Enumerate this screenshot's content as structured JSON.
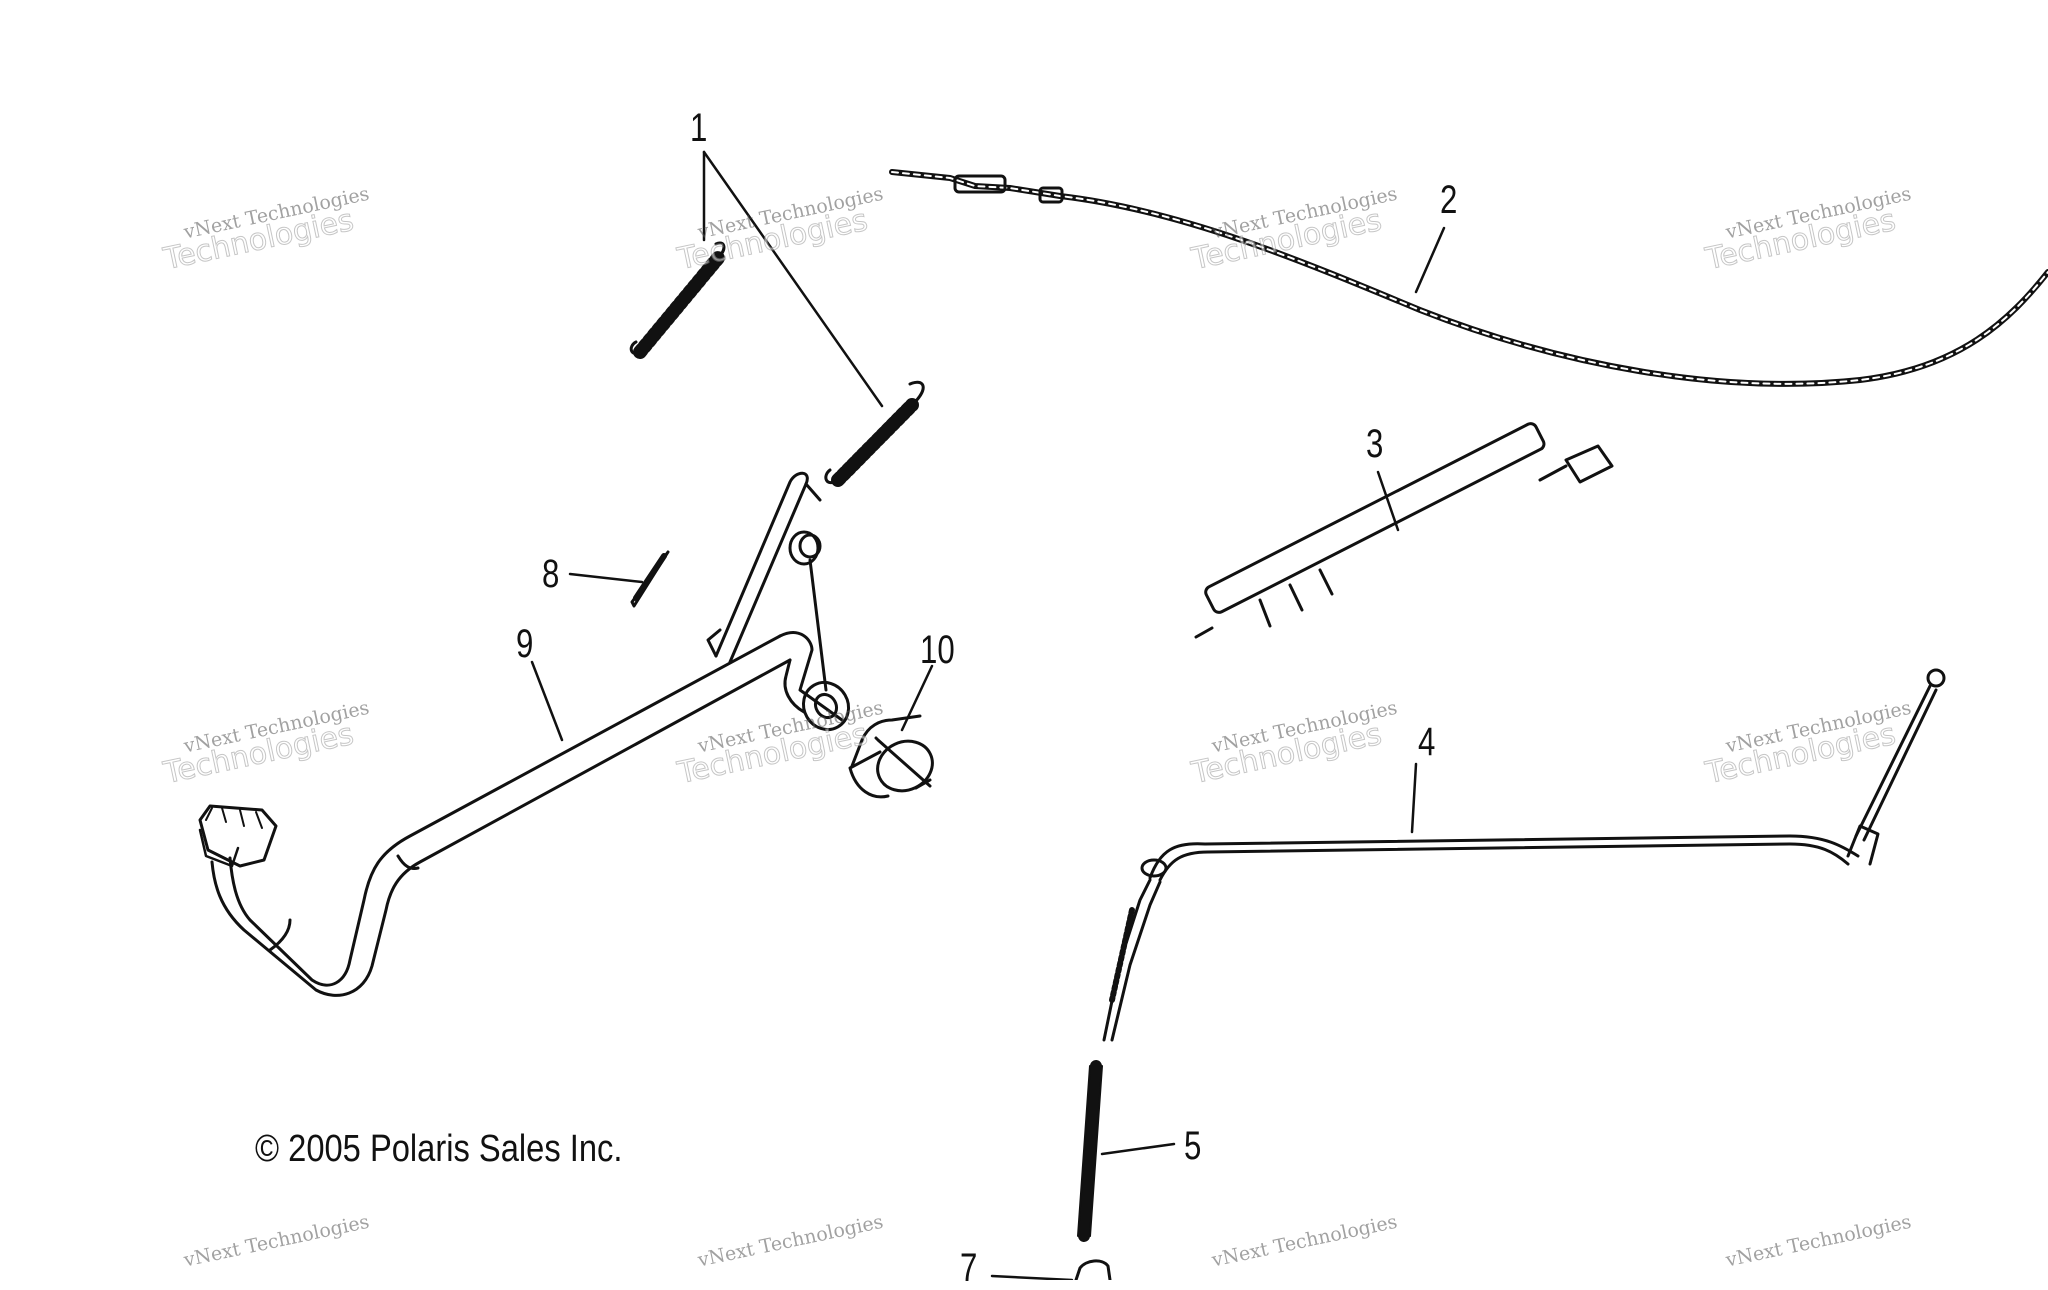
{
  "diagram": {
    "callouts": [
      "1",
      "2",
      "3",
      "4",
      "5",
      "7",
      "8",
      "9",
      "10"
    ],
    "copyright": "© 2005 Polaris Sales Inc.",
    "watermark": {
      "line1": "vNext Technologies",
      "line2": "Technologies"
    }
  },
  "colors": {
    "line": "#111111",
    "background": "#ffffff",
    "watermark": "#999999"
  }
}
